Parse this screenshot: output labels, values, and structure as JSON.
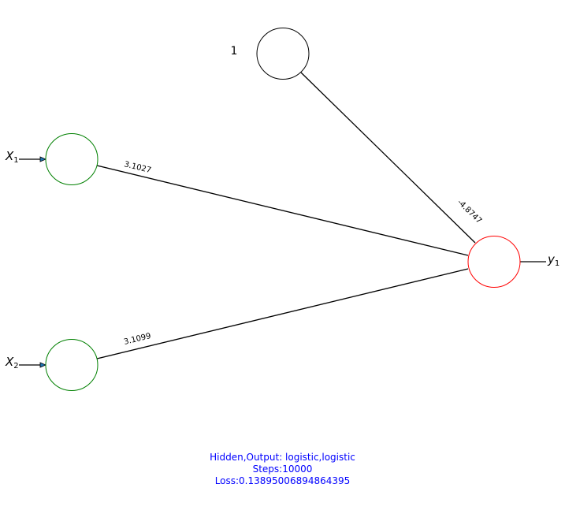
{
  "network": {
    "bias_label": "1",
    "inputs": [
      {
        "var": "X",
        "sub": "1"
      },
      {
        "var": "X",
        "sub": "2"
      }
    ],
    "output": {
      "var": "y",
      "sub": "1"
    },
    "weights": {
      "x1_to_y1": "3.1027",
      "x2_to_y1": "3.1099",
      "bias_to_y1": "-4.8747"
    },
    "colors": {
      "input_node": "#008000",
      "output_node": "#ff0000",
      "bias_node": "#000000",
      "edge": "#000000",
      "arrow_fill": "#1f77b4",
      "info_text": "#0000ff"
    }
  },
  "info": {
    "activations": "Hidden,Output: logistic,logistic",
    "steps": "Steps:10000",
    "loss": "Loss:0.13895006894864395"
  }
}
